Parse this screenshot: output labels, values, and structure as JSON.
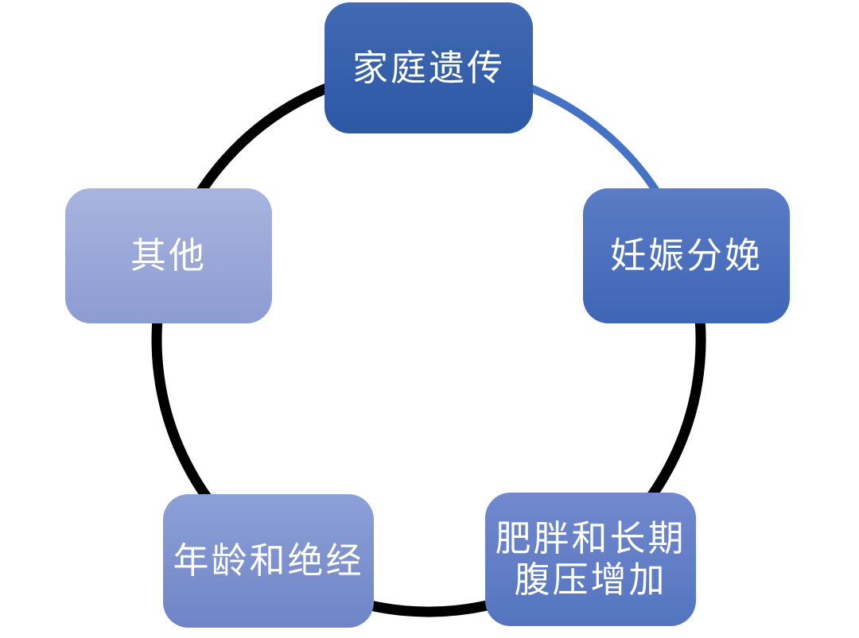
{
  "diagram": {
    "type": "cycle",
    "node_count": 5,
    "nodes": [
      {
        "id": "node-family-heredity",
        "label": "家庭遗传",
        "lines": [
          "家庭遗传"
        ],
        "color_top": "#4269B3",
        "color_bottom": "#2C58A4",
        "text_color": "#FFFFFF",
        "position": "top"
      },
      {
        "id": "node-pregnancy-delivery",
        "label": "妊娠分娩",
        "lines": [
          "妊娠分娩"
        ],
        "color_top": "#5B7CC6",
        "color_bottom": "#3E66B5",
        "text_color": "#FFFFFF",
        "position": "right"
      },
      {
        "id": "node-obesity-abdominal-pressure",
        "label": "肥胖和长期腹压增加",
        "lines": [
          "肥胖和长期",
          "腹压增加"
        ],
        "color_top": "#7289CD",
        "color_bottom": "#5474C0",
        "text_color": "#FFFFFF",
        "position": "bottom-right"
      },
      {
        "id": "node-age-menopause",
        "label": "年龄和绝经",
        "lines": [
          "年龄和绝经"
        ],
        "color_top": "#8DA0D6",
        "color_bottom": "#6F84C7",
        "text_color": "#FFFFFF",
        "position": "bottom-left"
      },
      {
        "id": "node-other",
        "label": "其他",
        "lines": [
          "其他"
        ],
        "color_top": "#A8B4E0",
        "color_bottom": "#8C9CD2",
        "text_color": "#FFFFFF",
        "position": "left"
      }
    ],
    "ring": {
      "highlight_arc_color": "#4472C4",
      "default_arc_color": "#000000",
      "highlight_arc_between": [
        "家庭遗传",
        "妊娠分娩"
      ],
      "default_stroke_width": 13,
      "highlight_stroke_width": 10
    }
  }
}
